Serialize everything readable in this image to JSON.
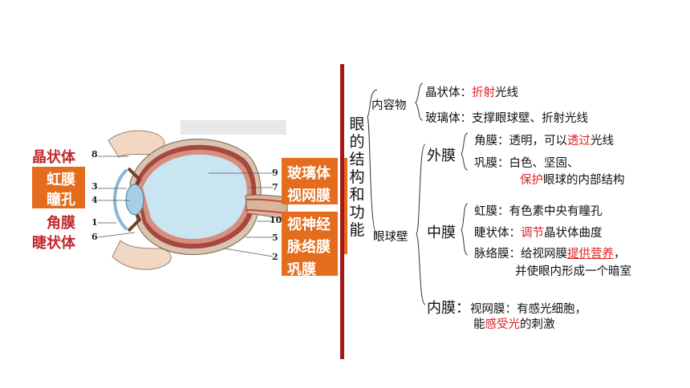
{
  "left_labels": {
    "crystalline": "晶状体",
    "iris": "虹膜",
    "pupil": "瞳孔",
    "cornea": "角膜",
    "ciliary": "睫状体"
  },
  "right_labels": {
    "box1_line1": "玻璃体",
    "box1_line2": "视网膜",
    "box2_line1": "视神经",
    "box2_line2": "脉络膜",
    "box2_line3": "巩膜"
  },
  "numbers": {
    "left": [
      "8",
      "3",
      "4",
      "1",
      "6"
    ],
    "right": [
      "9",
      "7",
      "10",
      "5",
      "2"
    ]
  },
  "title_chars": [
    "眼",
    "的",
    "结",
    "构",
    "和",
    "功",
    "能"
  ],
  "tree": {
    "content": {
      "label": "内容物",
      "crystalline": {
        "name": "晶状体：",
        "hl": "折射",
        "rest": "光线"
      },
      "vitreous": "玻璃体：支撑眼球壁、折射光线"
    },
    "wall": {
      "label": "眼球壁",
      "outer": {
        "label": "外膜",
        "cornea": {
          "pre": "角膜：透明，可以",
          "hl": "透过",
          "post": "光线"
        },
        "sclera_l1": "巩膜：白色、坚固、",
        "sclera_hl": "保护",
        "sclera_l2": "眼球的内部结构"
      },
      "middle": {
        "label": "中膜",
        "iris": "虹膜：有色素中央有瞳孔",
        "ciliary": {
          "pre": "睫状体：",
          "hl": "调节",
          "post": "晶状体曲度"
        },
        "choroid": {
          "pre": "脉络膜：给视网膜",
          "hl": "提供营养",
          "post": "，"
        },
        "choroid_l2": "并使眼内形成一个暗室"
      },
      "inner": {
        "label": "内膜：",
        "retina": "视网膜：有感光细胞，",
        "retina_l2_pre": "能",
        "retina_l2_hl": "感受光",
        "retina_l2_post": "的刺激"
      }
    }
  },
  "colors": {
    "accent_red": "#c0282c",
    "orange": "#e36c1d",
    "divider": "#a01818",
    "highlight": "#e02020"
  }
}
